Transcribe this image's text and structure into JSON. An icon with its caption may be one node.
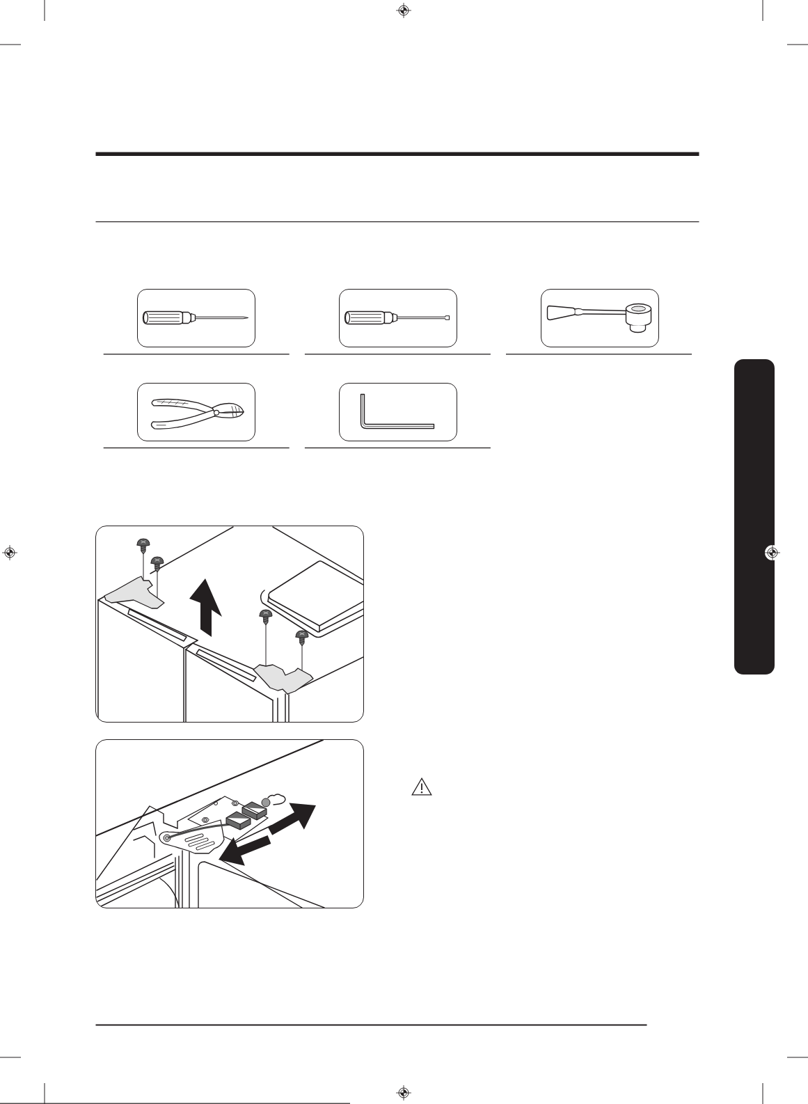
{
  "diagram": {
    "nodes": [
      {
        "text": [],
        "shape": "picture"
      },
      {
        "text": [],
        "shape": "picture"
      },
      {
        "text": [],
        "shape": "picture"
      },
      {
        "text": [],
        "shape": "picture"
      },
      {
        "text": [],
        "shape": "picture"
      },
      {
        "text": [],
        "shape": "picture"
      },
      {
        "text": [],
        "shape": "picture"
      },
      {
        "text": [],
        "shape": "bar"
      }
    ]
  }
}
